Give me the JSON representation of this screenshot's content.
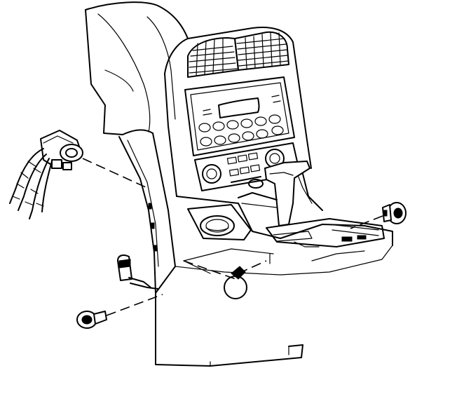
{
  "figure": {
    "kind": "exploded-view line drawing",
    "colors": {
      "stroke": "#000000",
      "background": "#ffffff"
    },
    "parts": [
      "center-console",
      "dash-panel",
      "air-vent-left",
      "air-vent-right",
      "radio-unit",
      "climate-control-panel",
      "shifter",
      "cupholder",
      "wiring-connector",
      "cable-harness",
      "push-pin-clip",
      "retainer-left",
      "retainer-right",
      "bracket-clip"
    ]
  }
}
